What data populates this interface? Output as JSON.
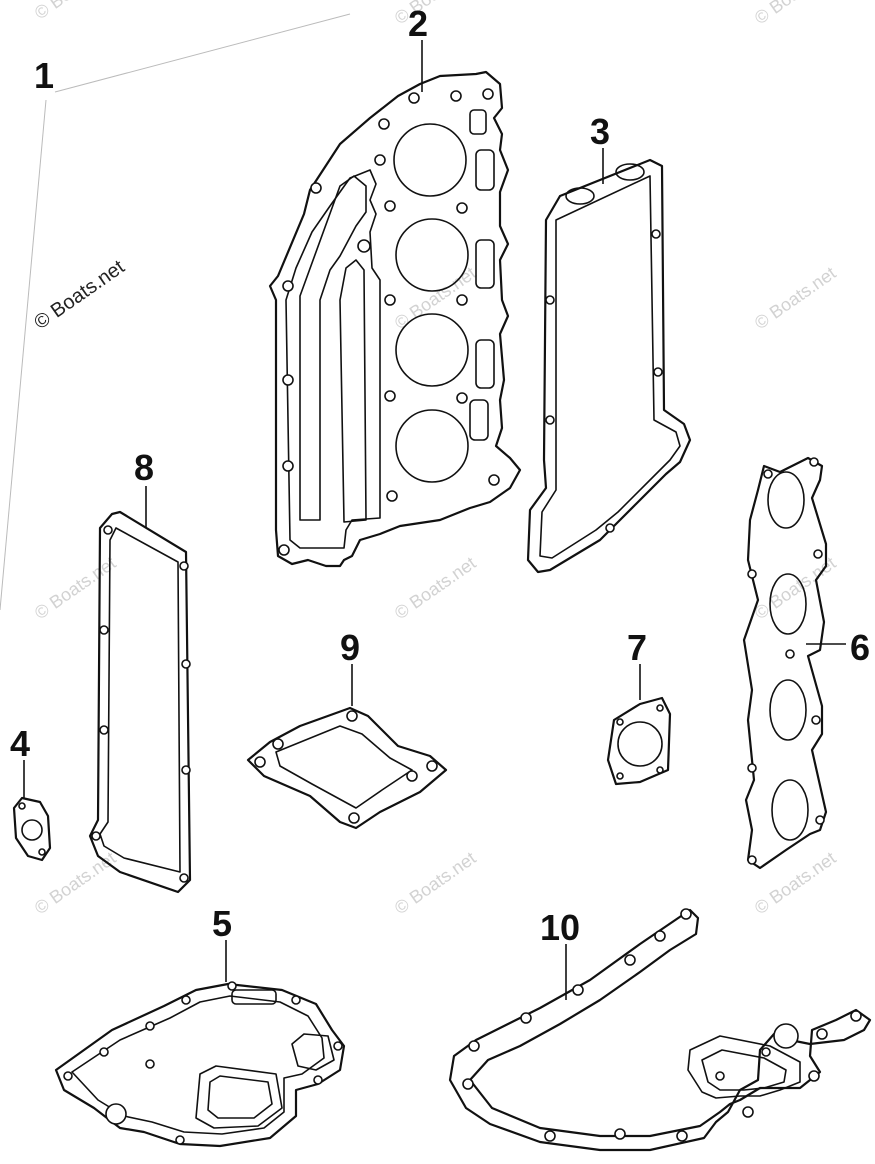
{
  "watermark": "© Boats.net",
  "callouts": {
    "c1": "1",
    "c2": "2",
    "c3": "3",
    "c4": "4",
    "c5": "5",
    "c6": "6",
    "c7": "7",
    "c8": "8",
    "c9": "9",
    "c10": "10"
  }
}
